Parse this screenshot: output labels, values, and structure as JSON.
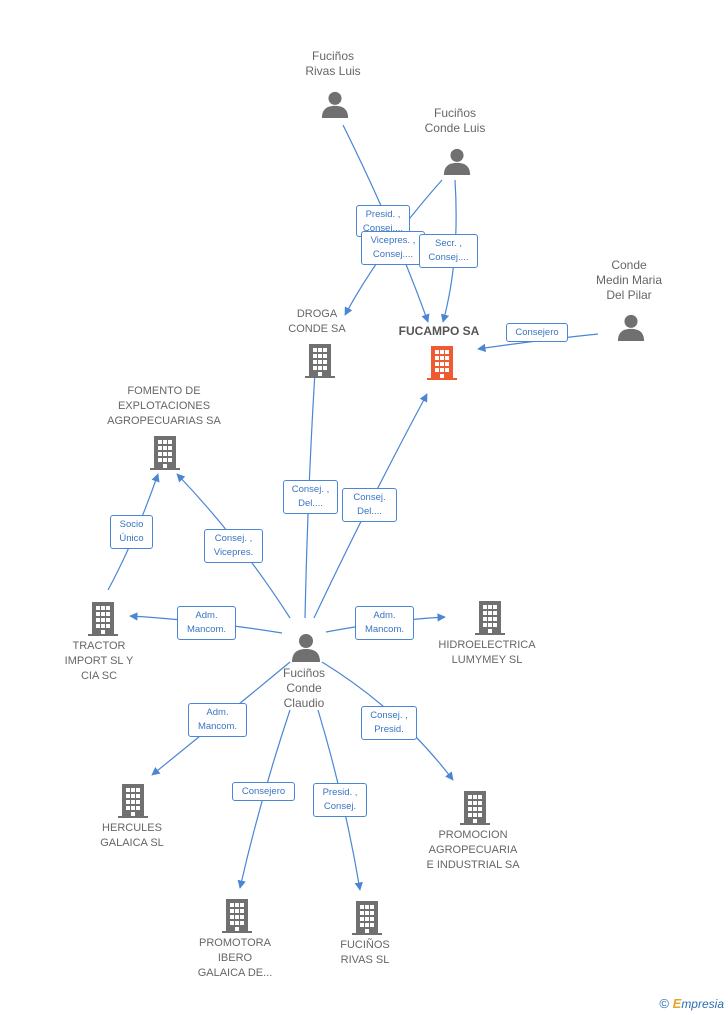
{
  "colors": {
    "edge": "#4a86d4",
    "node": "#707070",
    "focus": "#f05a30"
  },
  "people": {
    "rivas_luis": "Fuciños\nRivas Luis",
    "conde_luis": "Fuciños\nConde Luis",
    "medin": "Conde\nMedin Maria\nDel Pilar",
    "claudio": "Fuciños\nConde\nClaudio"
  },
  "companies": {
    "fucampo": "FUCAMPO SA",
    "droga": "DROGA\nCONDE SA",
    "fomento": "FOMENTO DE\nEXPLOTACIONES\nAGROPECUARIAS SA",
    "tractor": "TRACTOR\nIMPORT SL Y\nCIA SC",
    "hidro": "HIDROELECTRICA\nLUMYMEY SL",
    "hercules": "HERCULES\nGALAICA  SL",
    "promocion": "PROMOCION\nAGROPECUARIA\nE INDUSTRIAL SA",
    "promotora": "PROMOTORA\nIBERO\nGALAICA DE...",
    "fucinos_rivas": "FUCIÑOS\nRIVAS SL"
  },
  "edges": {
    "presid_consej_top": "Presid. ,\nConsej....",
    "vicepres": "Vicepres. ,\nConsej....",
    "secr": "Secr. ,\nConsej....",
    "consejero_medin": "Consejero",
    "consej_del_droga": "Consej. ,\nDel....",
    "consej_del_fucampo": "Consej.\nDel....",
    "socio_unico": "Socio\nÚnico",
    "consej_vicepres": "Consej. ,\nVicepres.",
    "adm_tractor": "Adm.\nMancom.",
    "adm_hidro": "Adm.\nMancom.",
    "adm_hercules": "Adm.\nMancom.",
    "consej_presid": "Consej. ,\nPresid.",
    "consejero_promotora": "Consejero",
    "presid_consej_bottom": "Presid. ,\nConsej."
  },
  "footer": {
    "copyright_symbol": "©",
    "brand_initial": "E",
    "brand_rest": "mpresia"
  }
}
